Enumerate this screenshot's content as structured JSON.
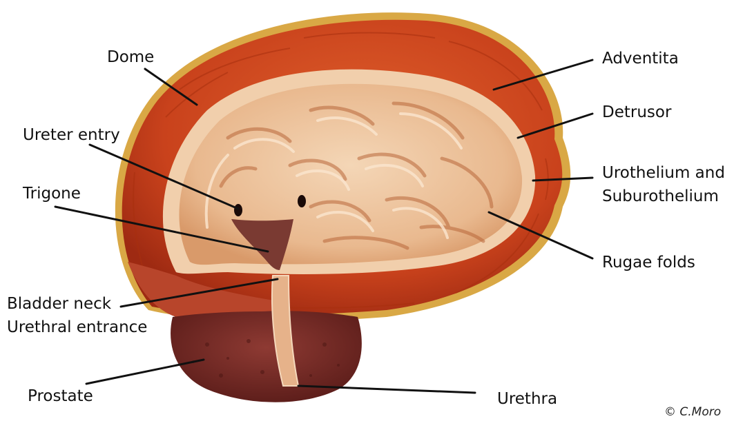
{
  "diagram": {
    "labels": {
      "dome": "Dome",
      "ureter_entry": "Ureter entry",
      "trigone": "Trigone",
      "bladder_neck": "Bladder neck",
      "urethral_entrance": "Urethral entrance",
      "prostate": "Prostate",
      "adventita": "Adventita",
      "detrusor": "Detrusor",
      "urothelium_line1": "Urothelium and",
      "urothelium_line2": "Suburothelium",
      "rugae_folds": "Rugae folds",
      "urethra": "Urethra"
    },
    "copyright": "© C.Moro"
  },
  "colors": {
    "detrusor": "#c9421c",
    "detrusor_dark": "#9e2a12",
    "adventitia": "#d9a845",
    "urothelium": "#eec7a2",
    "rugae": "#d08a5a",
    "trigone": "#7a3a32",
    "prostate": "#7c2a26"
  }
}
